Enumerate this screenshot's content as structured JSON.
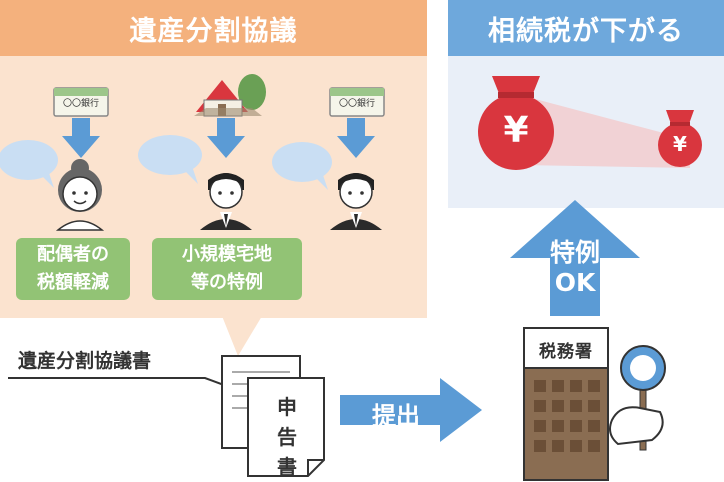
{
  "left_panel": {
    "title": "遺産分割協議",
    "bank_label": "〇〇銀行",
    "benefits": [
      {
        "line1": "配偶者の",
        "line2": "税額軽減"
      },
      {
        "line1": "小規模宅地",
        "line2": "等の特例"
      }
    ]
  },
  "right_panel": {
    "title": "相続税が下がる",
    "yen_symbol": "¥"
  },
  "approval_arrow": {
    "line1": "特例",
    "line2": "OK"
  },
  "document": {
    "title": "遺産分割協議書",
    "chars": [
      "申",
      "告",
      "書"
    ]
  },
  "submit_arrow": {
    "label": "提出"
  },
  "tax_office": {
    "label": "税務署"
  },
  "colors": {
    "orange_title": "#f4b17d",
    "orange_panel": "#fbe3cf",
    "blue_title": "#6ea8dc",
    "blue_panel": "#e9eff8",
    "green": "#92c375",
    "arrow_blue": "#5b9bd5",
    "money_red": "#d9363e"
  }
}
